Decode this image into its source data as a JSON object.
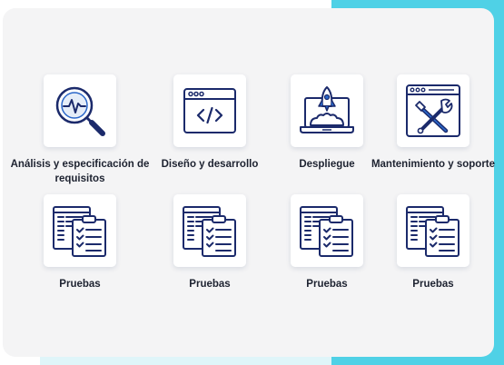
{
  "colors": {
    "accent": "#4fd1e6",
    "icon_stroke": "#1b2a6b",
    "icon_fill": "#2a67c9",
    "card_bg": "#f4f4f5"
  },
  "tiles": [
    {
      "label": "Análisis y especificación de requisitos",
      "icon": "magnifier-pulse-icon"
    },
    {
      "label": "Diseño y desarrollo",
      "icon": "code-window-icon"
    },
    {
      "label": "Despliegue",
      "icon": "laptop-rocket-icon"
    },
    {
      "label": "Mantenimiento y soporte",
      "icon": "window-tools-icon"
    },
    {
      "label": "Pruebas",
      "icon": "document-checklist-icon"
    },
    {
      "label": "Pruebas",
      "icon": "document-checklist-icon"
    },
    {
      "label": "Pruebas",
      "icon": "document-checklist-icon"
    },
    {
      "label": "Pruebas",
      "icon": "document-checklist-icon"
    }
  ]
}
